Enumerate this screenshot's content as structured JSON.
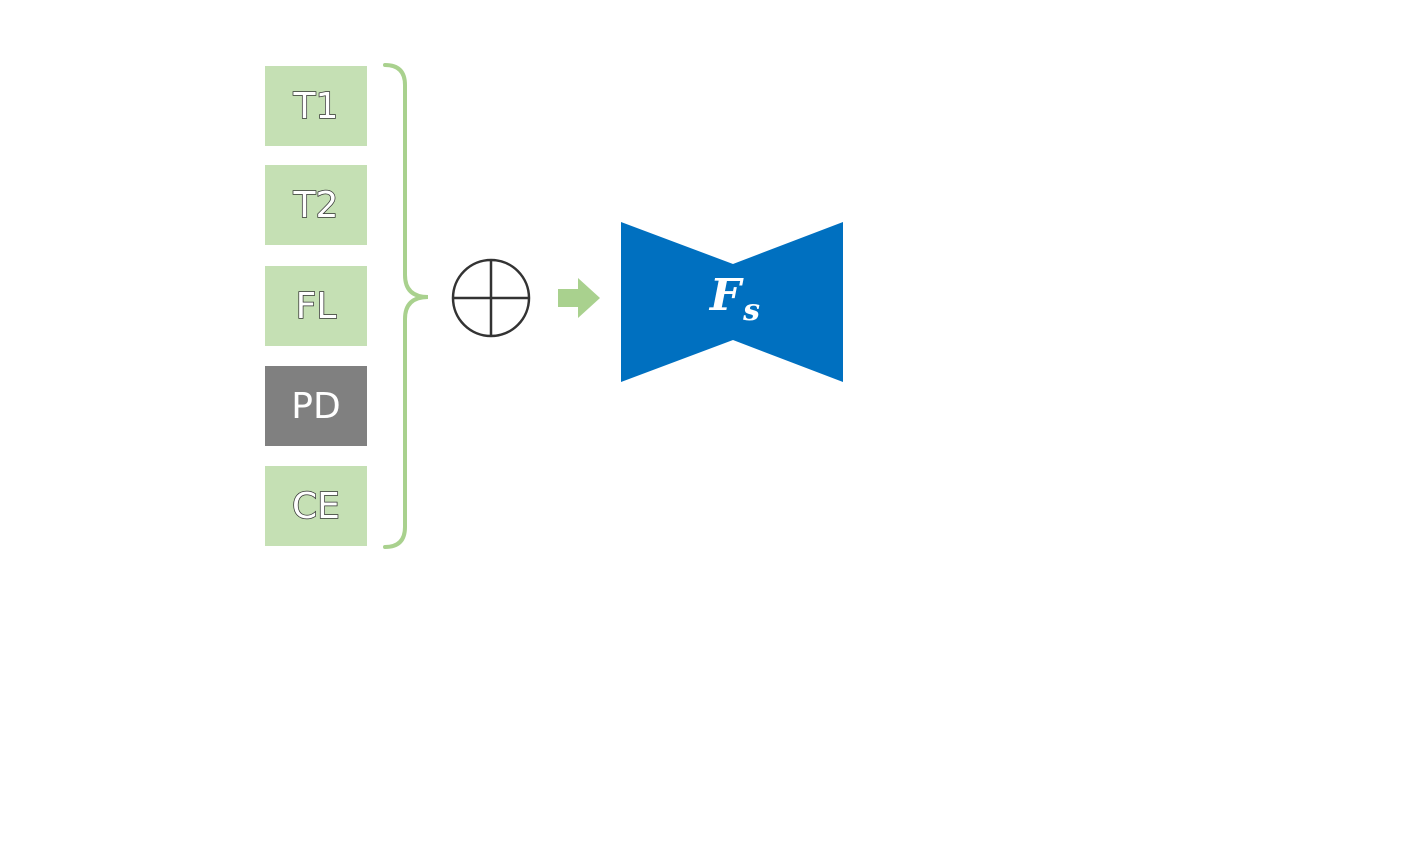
{
  "modalities": [
    {
      "label": "T1",
      "state": "available",
      "color": "#c5e0b4"
    },
    {
      "label": "T2",
      "state": "available",
      "color": "#c5e0b4"
    },
    {
      "label": "FL",
      "state": "available",
      "color": "#c5e0b4"
    },
    {
      "label": "PD",
      "state": "missing",
      "color": "#808080"
    },
    {
      "label": "CE",
      "state": "available",
      "color": "#c5e0b4"
    }
  ],
  "fusion": {
    "operator": "⊕",
    "icon": "circled-plus-icon"
  },
  "model": {
    "symbol": "F",
    "subscript": "s",
    "color": "#0070c0"
  },
  "colors": {
    "brace": "#a9d18e",
    "arrow": "#a9d18e",
    "operator_stroke": "#333333"
  }
}
